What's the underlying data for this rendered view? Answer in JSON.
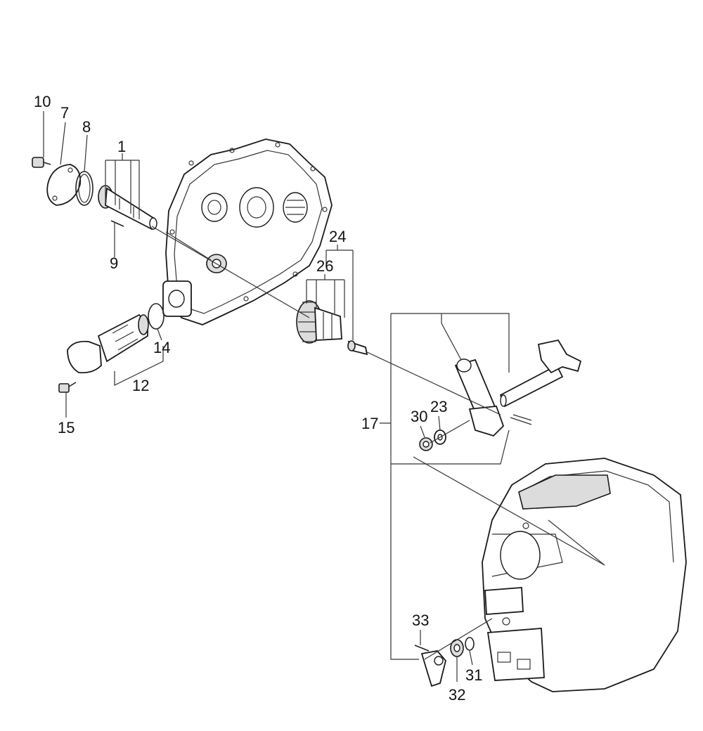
{
  "callouts": {
    "c1": "1",
    "c7": "7",
    "c8": "8",
    "c9": "9",
    "c10": "10",
    "c12": "12",
    "c14": "14",
    "c15": "15",
    "c17": "17",
    "c23": "23",
    "c24": "24",
    "c26": "26",
    "c30": "30",
    "c31": "31",
    "c32": "32",
    "c33": "33"
  }
}
